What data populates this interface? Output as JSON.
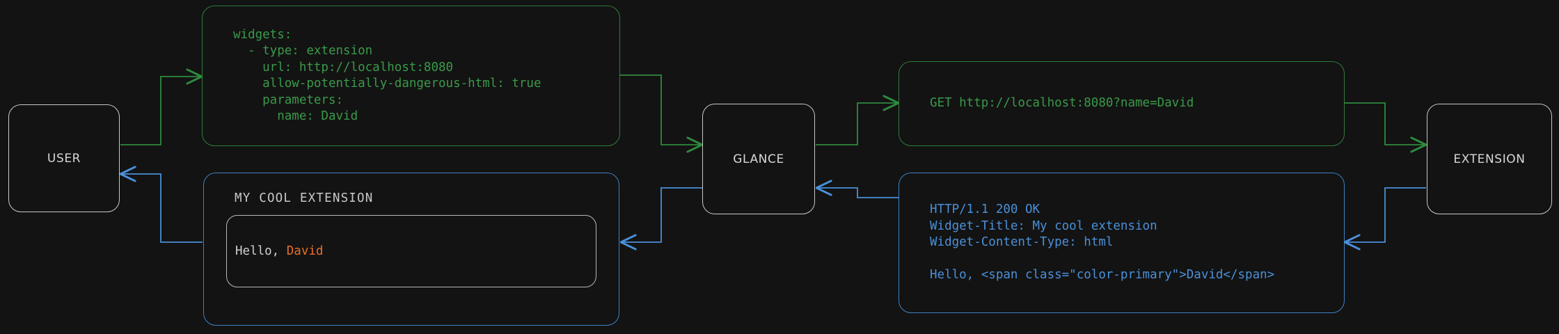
{
  "diagram": {
    "background": "#131313",
    "colors": {
      "request_green": "#3a9a4a",
      "response_blue": "#4a90d9",
      "node_border": "#c9c9c9",
      "accent_orange": "#e8702a"
    }
  },
  "nodes": {
    "user": {
      "label": "USER"
    },
    "glance": {
      "label": "GLANCE"
    },
    "extension": {
      "label": "EXTENSION"
    }
  },
  "boxes": {
    "yaml_config": {
      "kind": "code",
      "color": "green",
      "text": "widgets:\n  - type: extension\n    url: http://localhost:8080\n    allow-potentially-dangerous-html: true\n    parameters:\n      name: David"
    },
    "http_request": {
      "kind": "code",
      "color": "green",
      "text": "GET http://localhost:8080?name=David"
    },
    "http_response": {
      "kind": "code",
      "color": "blue",
      "text": "HTTP/1.1 200 OK\nWidget-Title: My cool extension\nWidget-Content-Type: html\n\nHello, <span class=\"color-primary\">David</span>"
    },
    "rendered_widget": {
      "kind": "widget",
      "color": "blue",
      "title": "MY COOL EXTENSION",
      "body_prefix": "Hello, ",
      "body_accent": "David"
    }
  }
}
